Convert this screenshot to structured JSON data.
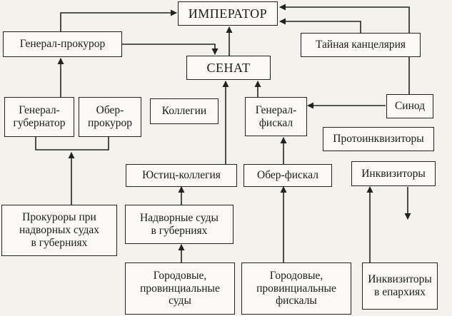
{
  "nodes": {
    "emperor": "ИМПЕРАТОР",
    "procurator_general": "Генерал-прокурор",
    "secret_chancellery": "Тайная канцелярия",
    "senate": "СЕНАТ",
    "governor_general": "Генерал-\nгубернатор",
    "ober_procurator": "Обер-\nпрокурор",
    "collegia": "Коллегии",
    "fiscal_general": "Генерал-\nфискал",
    "synod": "Синод",
    "protoinquisitors": "Протоинквизиторы",
    "justice_collegium": "Юстиц-коллегия",
    "ober_fiscal": "Обер-фискал",
    "inquisitors": "Инквизиторы",
    "procurators_courts": "Прокуроры при\nнадворных судах\nв губерниях",
    "court_of_appeals": "Надворные суды\nв губерниях",
    "city_courts": "Городовые,\nпровинциальные\nсуды",
    "city_fiscals": "Городовые,\nпровинциальные\nфискалы",
    "inquisitors_eparchies": "Инквизиторы\nв епархиях"
  }
}
